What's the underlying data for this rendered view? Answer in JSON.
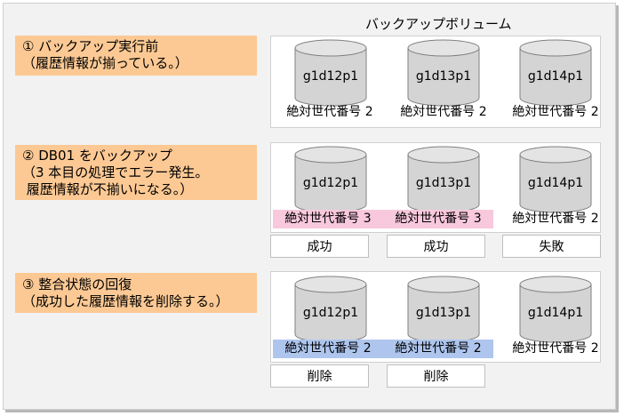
{
  "header": {
    "volume_title": "バックアップボリューム"
  },
  "steps": [
    {
      "lines": [
        "① バックアップ実行前",
        "（履歴情報が揃っている。）"
      ],
      "disks": [
        {
          "name": "g1d12p1",
          "generation": "絶対世代番号 2",
          "highlight": "none"
        },
        {
          "name": "g1d13p1",
          "generation": "絶対世代番号 2",
          "highlight": "none"
        },
        {
          "name": "g1d14p1",
          "generation": "絶対世代番号 2",
          "highlight": "none"
        }
      ],
      "statuses": []
    },
    {
      "lines": [
        "② DB01 をバックアップ",
        "（3 本目の処理でエラー発生。",
        " 履歴情報が不揃いになる。）"
      ],
      "disks": [
        {
          "name": "g1d12p1",
          "generation": "絶対世代番号 3",
          "highlight": "pink"
        },
        {
          "name": "g1d13p1",
          "generation": "絶対世代番号 3",
          "highlight": "pink"
        },
        {
          "name": "g1d14p1",
          "generation": "絶対世代番号 2",
          "highlight": "none"
        }
      ],
      "statuses": [
        "成功",
        "成功",
        "失敗"
      ]
    },
    {
      "lines": [
        "③ 整合状態の回復",
        "（成功した履歴情報を削除する。）"
      ],
      "disks": [
        {
          "name": "g1d12p1",
          "generation": "絶対世代番号 2",
          "highlight": "blue"
        },
        {
          "name": "g1d13p1",
          "generation": "絶対世代番号 2",
          "highlight": "blue"
        },
        {
          "name": "g1d14p1",
          "generation": "絶対世代番号 2",
          "highlight": "none"
        }
      ],
      "statuses": [
        "削除",
        "削除"
      ]
    }
  ],
  "colors": {
    "step_fill": "#fcc994",
    "pink_highlight": "#f8c8dc",
    "blue_highlight": "#aec6ee",
    "disk_fill": "#d4d4d4"
  }
}
